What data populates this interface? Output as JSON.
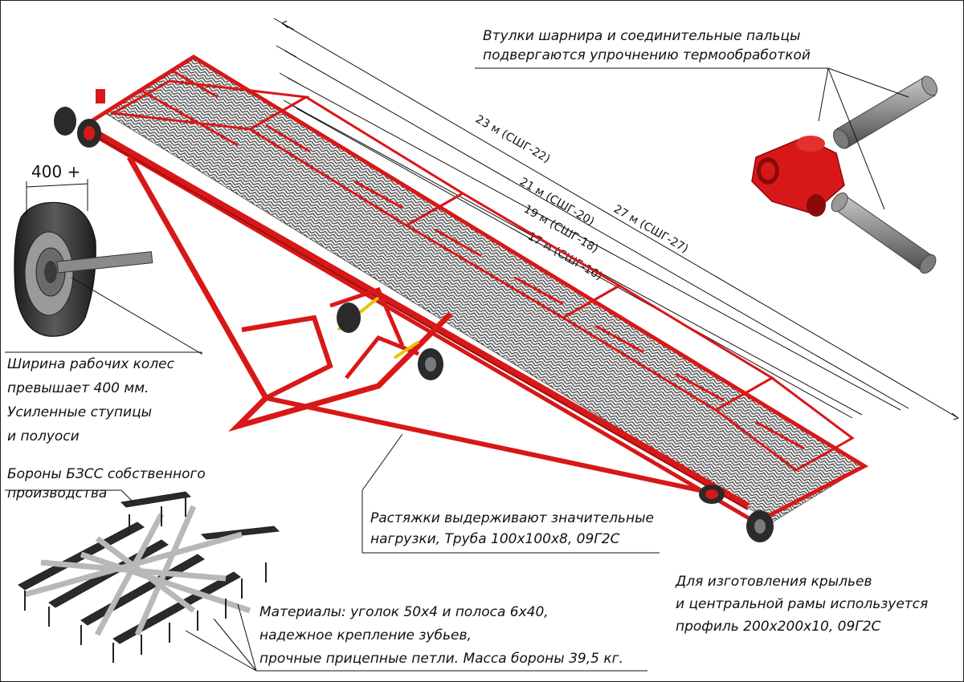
{
  "callouts": {
    "hinge": [
      "Втулки шарнира и соединительные пальцы",
      "подвергаются упрочнению термообработкой"
    ],
    "wheels": [
      "Ширина рабочих колес",
      "превышает 400 мм.",
      "Усиленные ступицы",
      "и полуоси"
    ],
    "harrows": [
      "Бороны БЗСС собственного",
      "производства"
    ],
    "braces": [
      "Растяжки выдерживают значительные",
      "нагрузки, Труба 100х100х8, 09Г2С"
    ],
    "profile": [
      "Для изготовления крыльев",
      "и центральной рамы используется",
      "профиль 200х200х10, 09Г2С"
    ],
    "materials": [
      "Материалы: уголок 50х4 и полоса 6х40,",
      "надежное крепление зубьев,",
      "прочные прицепные петли. Масса бороны 39,5 кг."
    ]
  },
  "wheel_dimension": "400 +",
  "widths": [
    {
      "label": "27 м (СШГ-27)"
    },
    {
      "label": "23 м (СШГ-22)"
    },
    {
      "label": "21 м (СШГ-20)"
    },
    {
      "label": "19 м (СШГ-18)"
    },
    {
      "label": "17 м (СШГ-16)"
    }
  ],
  "colors": {
    "frame": "#d81818",
    "frame_dark": "#a00f0f",
    "harrow": "#555555",
    "tire": "#2a2a2a",
    "pin": "#8e8e8e",
    "cylinder": "#e8c400"
  }
}
